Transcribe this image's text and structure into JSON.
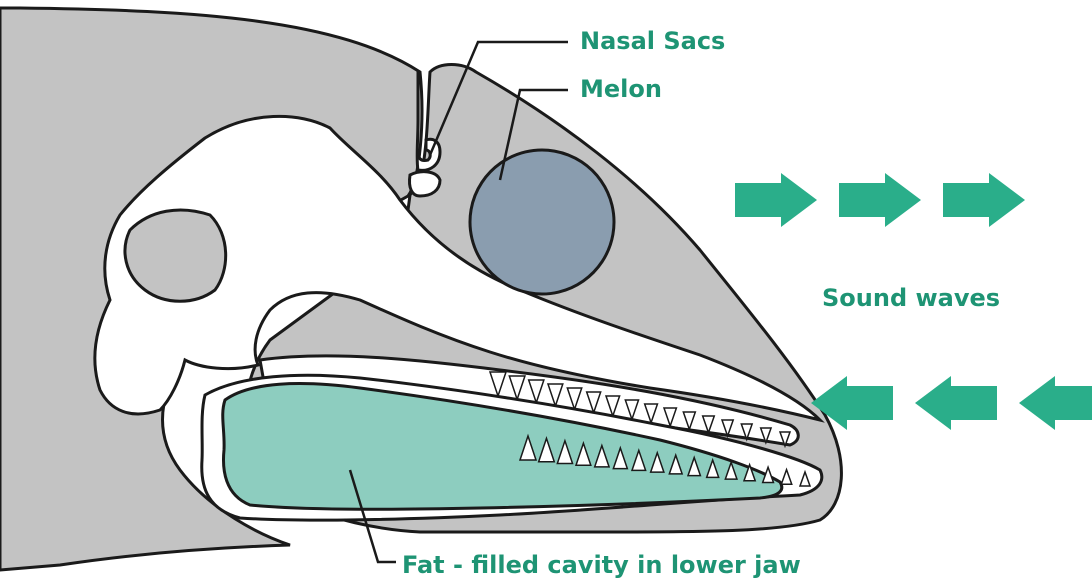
{
  "labels": {
    "nasal_sacs": "Nasal Sacs",
    "melon": "Melon",
    "sound_waves": "Sound waves",
    "fat_cavity": "Fat - filled cavity in lower jaw"
  },
  "colors": {
    "label": "#1e9474",
    "arrow": "#2aae8a",
    "head_fill": "#c3c3c3",
    "outline": "#1a1a1a",
    "bone": "#ffffff",
    "melon": "#8a9daf",
    "fat": "#8dcdbf"
  },
  "arrows": {
    "outgoing": {
      "count": 3,
      "direction": "right"
    },
    "incoming": {
      "count": 3,
      "direction": "left"
    }
  }
}
